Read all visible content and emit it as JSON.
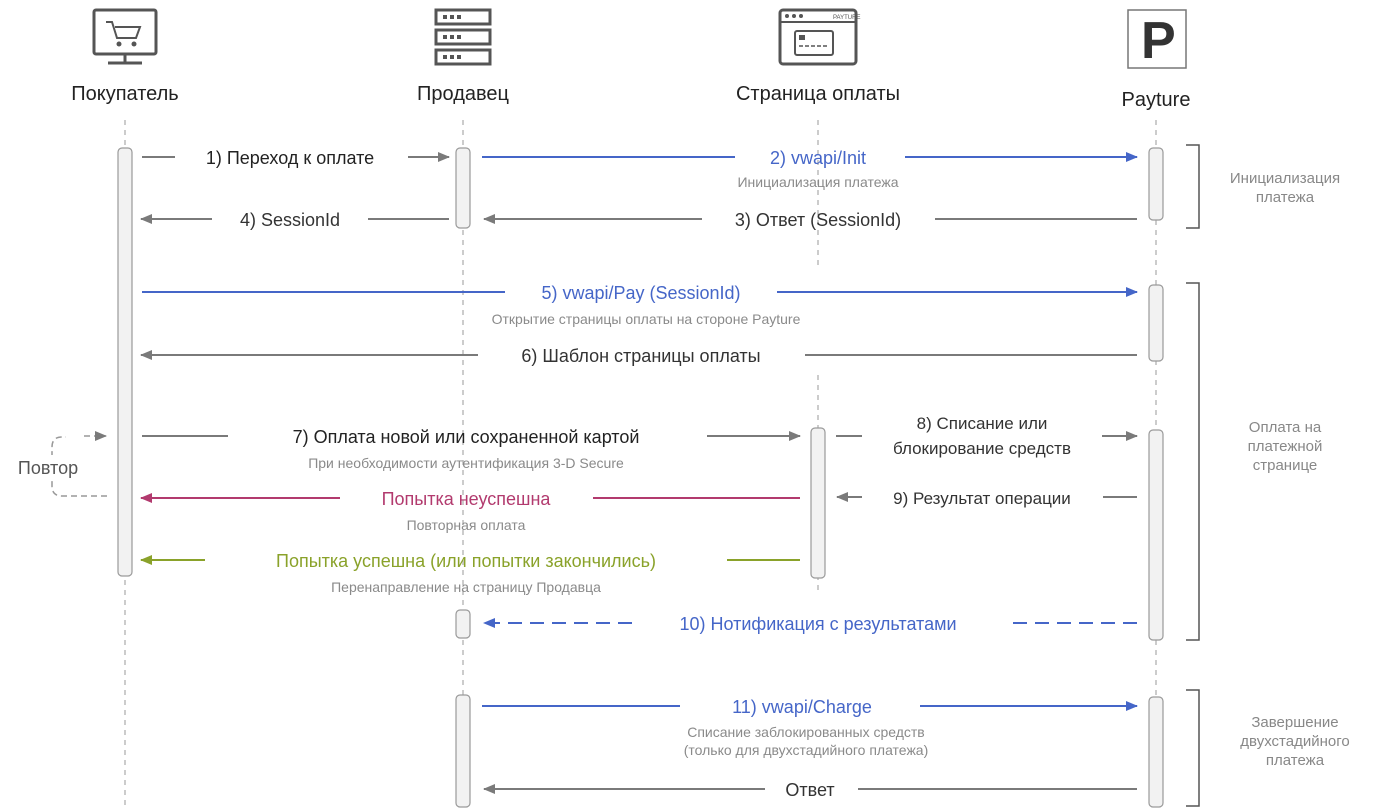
{
  "participants": [
    {
      "name": "Покупатель",
      "icon": "computer-cart-icon"
    },
    {
      "name": "Продавец",
      "icon": "server-icon"
    },
    {
      "name": "Страница оплаты",
      "icon": "payment-page-icon"
    },
    {
      "name": "Payture",
      "icon": "payture-logo-icon"
    }
  ],
  "icon_text": {
    "browser_brand": "PAYTURE",
    "logo_letter": "P"
  },
  "messages": {
    "m1": "1) Переход к оплате",
    "m2": "2) vwapi/Init",
    "m2_sub": "Инициализация платежа",
    "m3": "3) Ответ (SessionId)",
    "m4": "4) SessionId",
    "m5": "5) vwapi/Pay (SessionId)",
    "m5_sub": "Открытие  страницы оплаты на стороне Payture",
    "m6": "6) Шаблон страницы оплаты",
    "m7": "7) Оплата новой или сохраненной картой",
    "m7_sub": "При необходимости аутентификация 3-D Secure",
    "m8_line1": "8) Списание или",
    "m8_line2": "блокирование средств",
    "m9": "9) Результат операции",
    "fail": "Попытка неуспешна",
    "fail_sub": "Повторная оплата",
    "success": "Попытка успешна (или попытки закончились)",
    "success_sub": "Перенаправление на страницу Продавца",
    "m10": "10) Нотификация с результатами",
    "m11": "11) vwapi/Charge",
    "m11_sub1": "Списание заблокированных средств",
    "m11_sub2": "(только для двухстадийного платежа)",
    "reply": "Ответ",
    "retry": "Повтор"
  },
  "phases": [
    {
      "lines": [
        "Инициализация",
        "платежа"
      ]
    },
    {
      "lines": [
        "Оплата на",
        "платежной",
        "странице"
      ]
    },
    {
      "lines": [
        "Завершение",
        "двухстадийного",
        "платежа"
      ]
    }
  ],
  "colors": {
    "gray": "#7a7a7a",
    "blue": "#4566c8",
    "crimson": "#b23a6e",
    "green": "#8aa22a",
    "text": "#222222",
    "subtext": "#8a8a8a"
  }
}
